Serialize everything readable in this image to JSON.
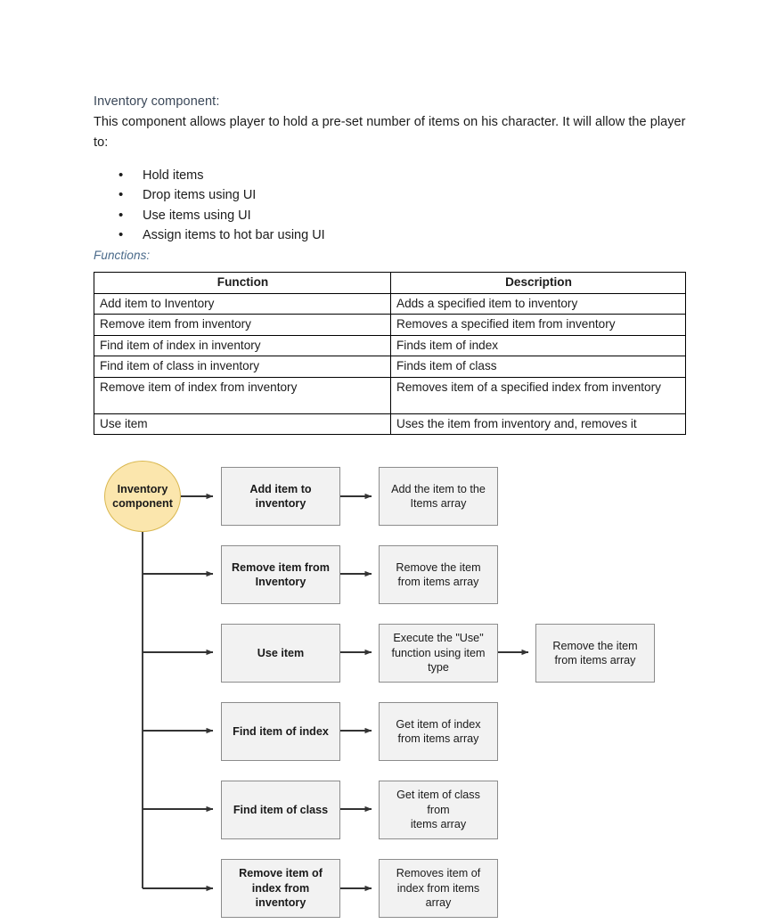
{
  "document": {
    "heading": "Inventory component:",
    "paragraph": "This component allows player to hold a pre-set number of items on his character. It will allow the player to:",
    "bullet_marker": "•",
    "bullets": [
      "Hold items",
      "Drop items using UI",
      "Use items using UI",
      "Assign items to hot bar using UI"
    ],
    "functions_label": "Functions:"
  },
  "table": {
    "headers": [
      "Function",
      "Description"
    ],
    "rows": [
      {
        "function": "Add item to Inventory",
        "description": "Adds a specified item to inventory"
      },
      {
        "function": "Remove item from inventory",
        "description": "Removes a specified item from inventory"
      },
      {
        "function": "Find item of index in inventory",
        "description": "Finds item of index"
      },
      {
        "function": "Find item of class in inventory",
        "description": "Finds item of class"
      },
      {
        "function": "Remove item of index from inventory",
        "description": "Removes item of a specified index from inventory"
      },
      {
        "function": "Use item",
        "description": "Uses the item from inventory and, removes it"
      }
    ]
  },
  "flowchart": {
    "root": {
      "label_line1": "Inventory",
      "label_line2": "component",
      "fill": "#FBE6AD",
      "stroke": "#D9B74F"
    },
    "node_fill": "#F2F2F2",
    "node_stroke": "#8C8C8C",
    "connector_color": "#333333",
    "branches": [
      {
        "action_line1": "Add item to",
        "action_line2": "inventory",
        "result_line1": "Add the item to the",
        "result_line2": "Items array"
      },
      {
        "action_line1": "Remove item from",
        "action_line2": "Inventory",
        "result_line1": "Remove the item",
        "result_line2": "from items array"
      },
      {
        "action_line1": "Use item",
        "action_line2": "",
        "result_line1": "Execute the \"Use\"",
        "result_line2": "function using item",
        "result_line3": "type",
        "extra_line1": "Remove the item",
        "extra_line2": "from items array"
      },
      {
        "action_line1": "Find item of index",
        "action_line2": "",
        "result_line1": "Get item of index",
        "result_line2": "from items array"
      },
      {
        "action_line1": "Find item of class",
        "action_line2": "",
        "result_line1": "Get item of class from",
        "result_line2": "items array"
      },
      {
        "action_line1": "Remove item of",
        "action_line2": "index from",
        "action_line3": "inventory",
        "result_line1": "Removes item of",
        "result_line2": "index from items",
        "result_line3": "array"
      }
    ]
  }
}
